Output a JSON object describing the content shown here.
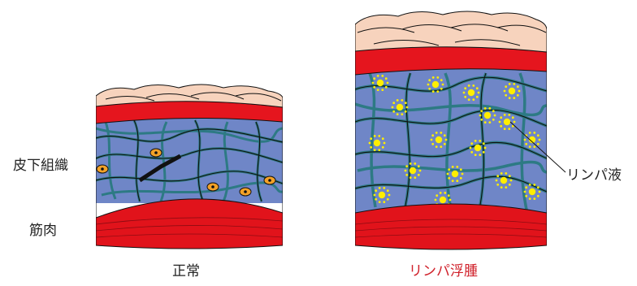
{
  "labels": {
    "subcutaneous": "皮下組織",
    "muscle": "筋肉",
    "normal": "正常",
    "lymphedema": "リンパ浮腫",
    "lymph_fluid": "リンパ液"
  },
  "colors": {
    "skin": "#f7d3bd",
    "dermis_red": "#e5151e",
    "tissue_blue": "#6f86c7",
    "fiber_teal": "#2d7a84",
    "fluid_yellow": "#ffee00",
    "muscle_red": "#e1131b",
    "outline": "#111111",
    "caption_red": "#d0202a"
  }
}
